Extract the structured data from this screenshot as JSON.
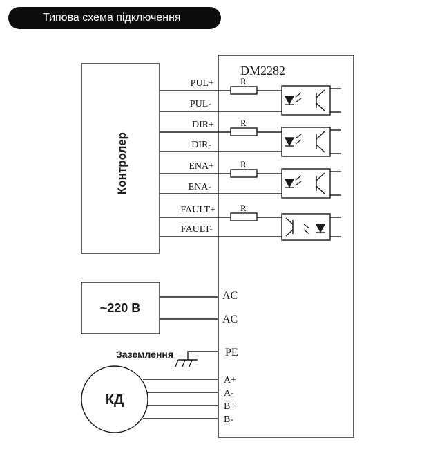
{
  "header": {
    "title": "Типова схема підключення"
  },
  "driver": {
    "model": "DM2282"
  },
  "controller": {
    "label": "Контролер"
  },
  "signals": [
    {
      "plus": "PUL+",
      "minus": "PUL-",
      "resistor": "R"
    },
    {
      "plus": "DIR+",
      "minus": "DIR-",
      "resistor": "R"
    },
    {
      "plus": "ENA+",
      "minus": "ENA-",
      "resistor": "R"
    },
    {
      "plus": "FAULT+",
      "minus": "FAULT-",
      "resistor": "R"
    }
  ],
  "power": {
    "label": "~220 В",
    "terminal_1": "AC",
    "terminal_2": "AC"
  },
  "ground": {
    "label": "Заземлення",
    "terminal": "PE"
  },
  "motor": {
    "label": "КД",
    "terminals": [
      "A+",
      "A-",
      "B+",
      "B-"
    ]
  },
  "colors": {
    "header_bg": "#0d0d0d",
    "line": "#1a1a1a"
  }
}
